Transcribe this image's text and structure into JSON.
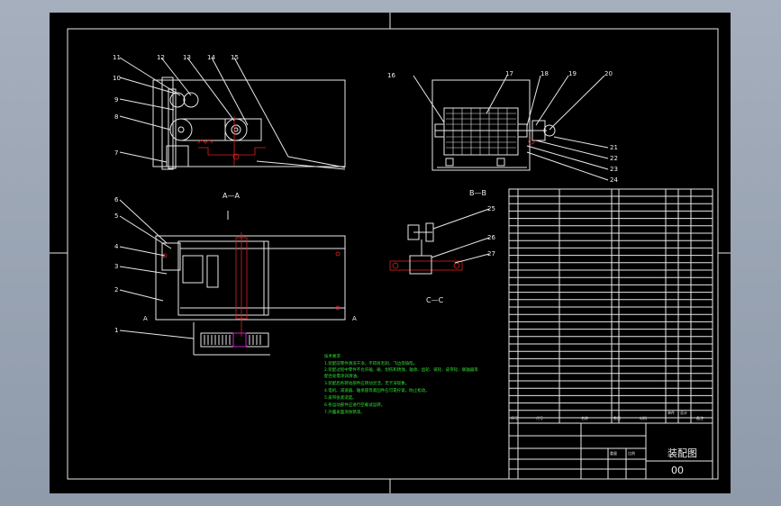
{
  "drawing": {
    "main_view_labels": [
      "11",
      "12",
      "13",
      "14",
      "15",
      "10",
      "9",
      "8",
      "7"
    ],
    "plan_view_labels": [
      "6",
      "5",
      "4",
      "3",
      "2",
      "1"
    ],
    "side_view_labels": [
      "16",
      "17",
      "18",
      "19",
      "20",
      "21",
      "22",
      "23",
      "24"
    ],
    "detail_labels": [
      "25",
      "26",
      "27"
    ],
    "section_aa": "A—A",
    "section_bb": "B—B",
    "section_cc": "C—C",
    "arrow_a_left": "A",
    "arrow_a_right": "A",
    "notes_title": "技术要求",
    "notes": [
      "1.装配前零件清洗干净，不得有毛刺、飞边等缺陷。",
      "2.装配过程中零件不允许磕、碰、划伤和锈蚀，轴承、齿轮、链轮、皮带轮、联轴器等",
      "  配合处需涂润滑油。",
      "3.装配后各转动部件应转动灵活，无卡滞现象。",
      "4.电机、减速器、轴承座等紧固件应可靠拧紧，防止松动。",
      "5.皮带张紧适度。",
      "6.各运动部件应进行空载试运转。",
      "7.外露表面涂防锈漆。"
    ],
    "title_block": {
      "drawing_name": "装配图",
      "drawing_code": "00",
      "parts_header": [
        "序号",
        "代号",
        "名称",
        "数量",
        "材料",
        "单件",
        "总计",
        "备注"
      ],
      "scale_label": "比例",
      "weight_label": "重量"
    }
  }
}
